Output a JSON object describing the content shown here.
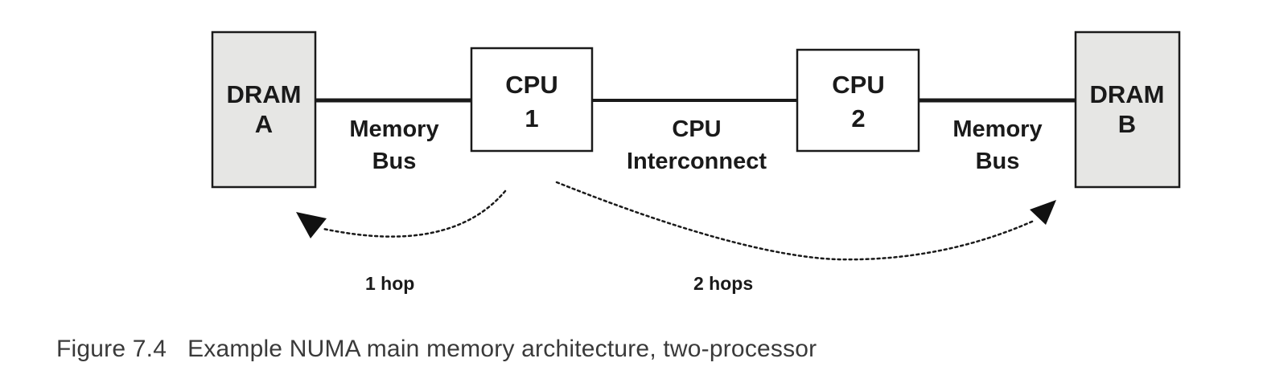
{
  "nodes": {
    "dram_a": {
      "line1": "DRAM",
      "line2": "A"
    },
    "cpu_1": {
      "line1": "CPU",
      "line2": "1"
    },
    "cpu_2": {
      "line1": "CPU",
      "line2": "2"
    },
    "dram_b": {
      "line1": "DRAM",
      "line2": "B"
    }
  },
  "links": {
    "memory_bus_left": {
      "line1": "Memory",
      "line2": "Bus"
    },
    "cpu_interconnect": {
      "line1": "CPU",
      "line2": "Interconnect"
    },
    "memory_bus_right": {
      "line1": "Memory",
      "line2": "Bus"
    }
  },
  "hops": {
    "one": "1 hop",
    "two": "2 hops"
  },
  "colors": {
    "dram_fill": "#e6e6e4",
    "cpu_fill": "#ffffff",
    "stroke": "#1a1a1a"
  },
  "caption": {
    "number": "Figure 7.4",
    "text": "Example NUMA main memory architecture, two-processor"
  }
}
